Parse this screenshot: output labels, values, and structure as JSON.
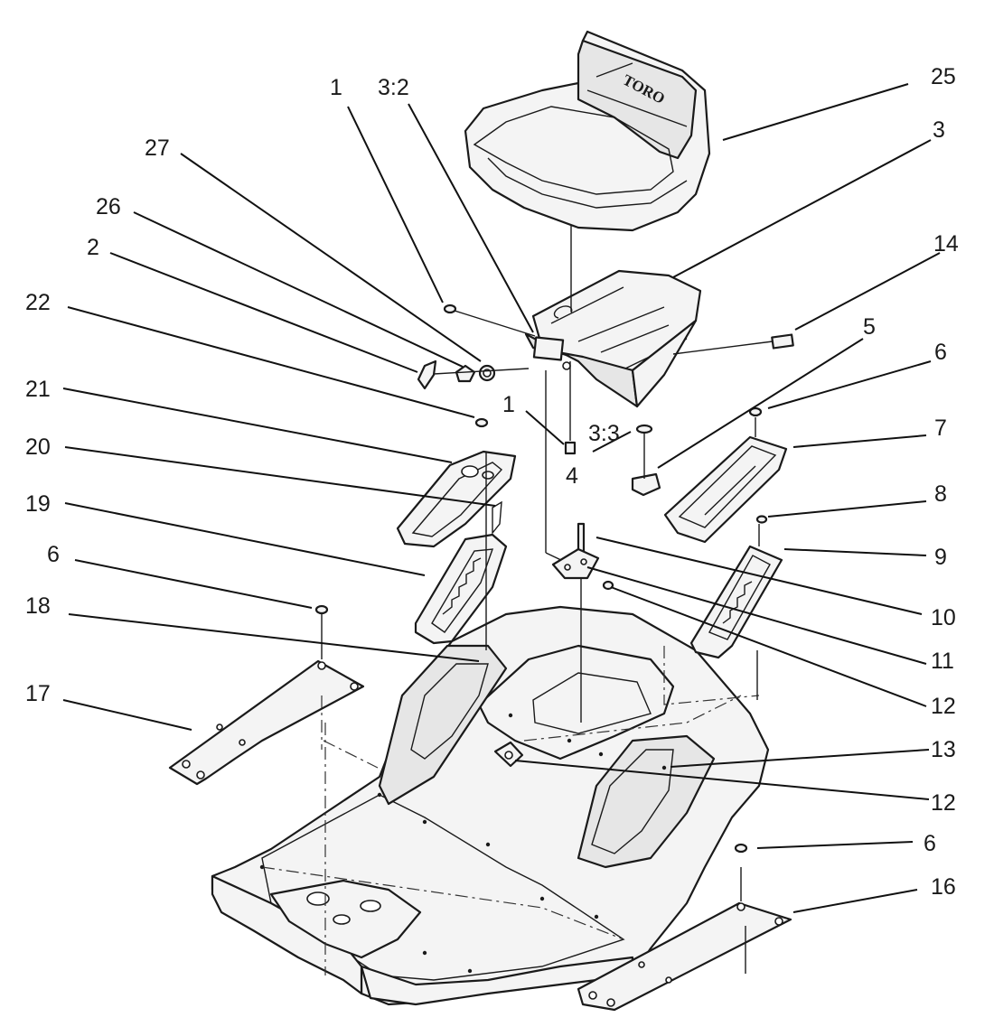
{
  "diagram": {
    "logo_text": "TORO",
    "callouts": [
      "25",
      "3",
      "1",
      "3:2",
      "27",
      "26",
      "2",
      "22",
      "14",
      "5",
      "6",
      "21",
      "1",
      "3:3",
      "4",
      "7",
      "20",
      "8",
      "19",
      "9",
      "6",
      "10",
      "18",
      "11",
      "12",
      "17",
      "13",
      "12",
      "6",
      "16"
    ]
  }
}
